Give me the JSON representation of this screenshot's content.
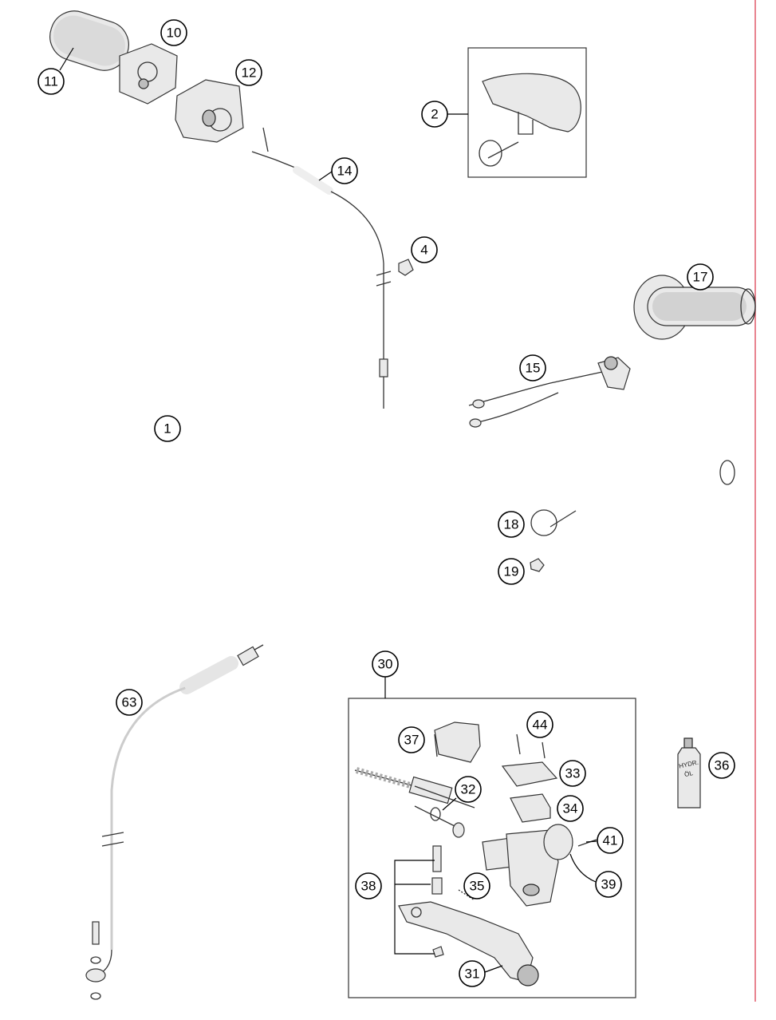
{
  "diagram": {
    "callouts": [
      "1",
      "2",
      "4",
      "10",
      "11",
      "12",
      "14",
      "15",
      "17",
      "18",
      "19",
      "30",
      "31",
      "32",
      "33",
      "34",
      "35",
      "36",
      "37",
      "38",
      "39",
      "41",
      "44",
      "63"
    ],
    "oil_bottle_label": [
      "HYDR.",
      "ÖL"
    ],
    "margin_line_color": "#e05a6a"
  }
}
